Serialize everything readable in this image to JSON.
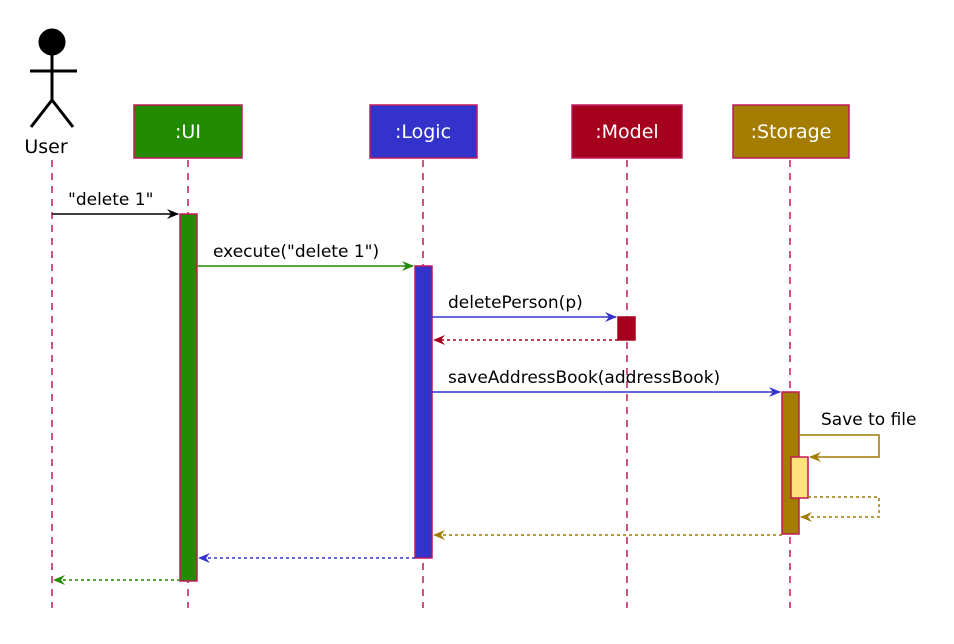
{
  "actor": {
    "label": "User"
  },
  "participants": [
    {
      "id": "ui",
      "label": ":UI",
      "color": "#238b00"
    },
    {
      "id": "logic",
      "label": ":Logic",
      "color": "#3333cc"
    },
    {
      "id": "model",
      "label": ":Model",
      "color": "#a5001e"
    },
    {
      "id": "storage",
      "label": ":Storage",
      "color": "#a47c00"
    }
  ],
  "messages": {
    "user_to_ui": "\"delete 1\"",
    "ui_to_logic": "execute(\"delete 1\")",
    "logic_to_model": "deletePerson(p)",
    "logic_to_storage": "saveAddressBook(addressBook)",
    "storage_self": "Save to file"
  },
  "colors": {
    "lifeline": "#c2185b",
    "border": "#c2185b",
    "self_activation": "#ffe27a"
  }
}
